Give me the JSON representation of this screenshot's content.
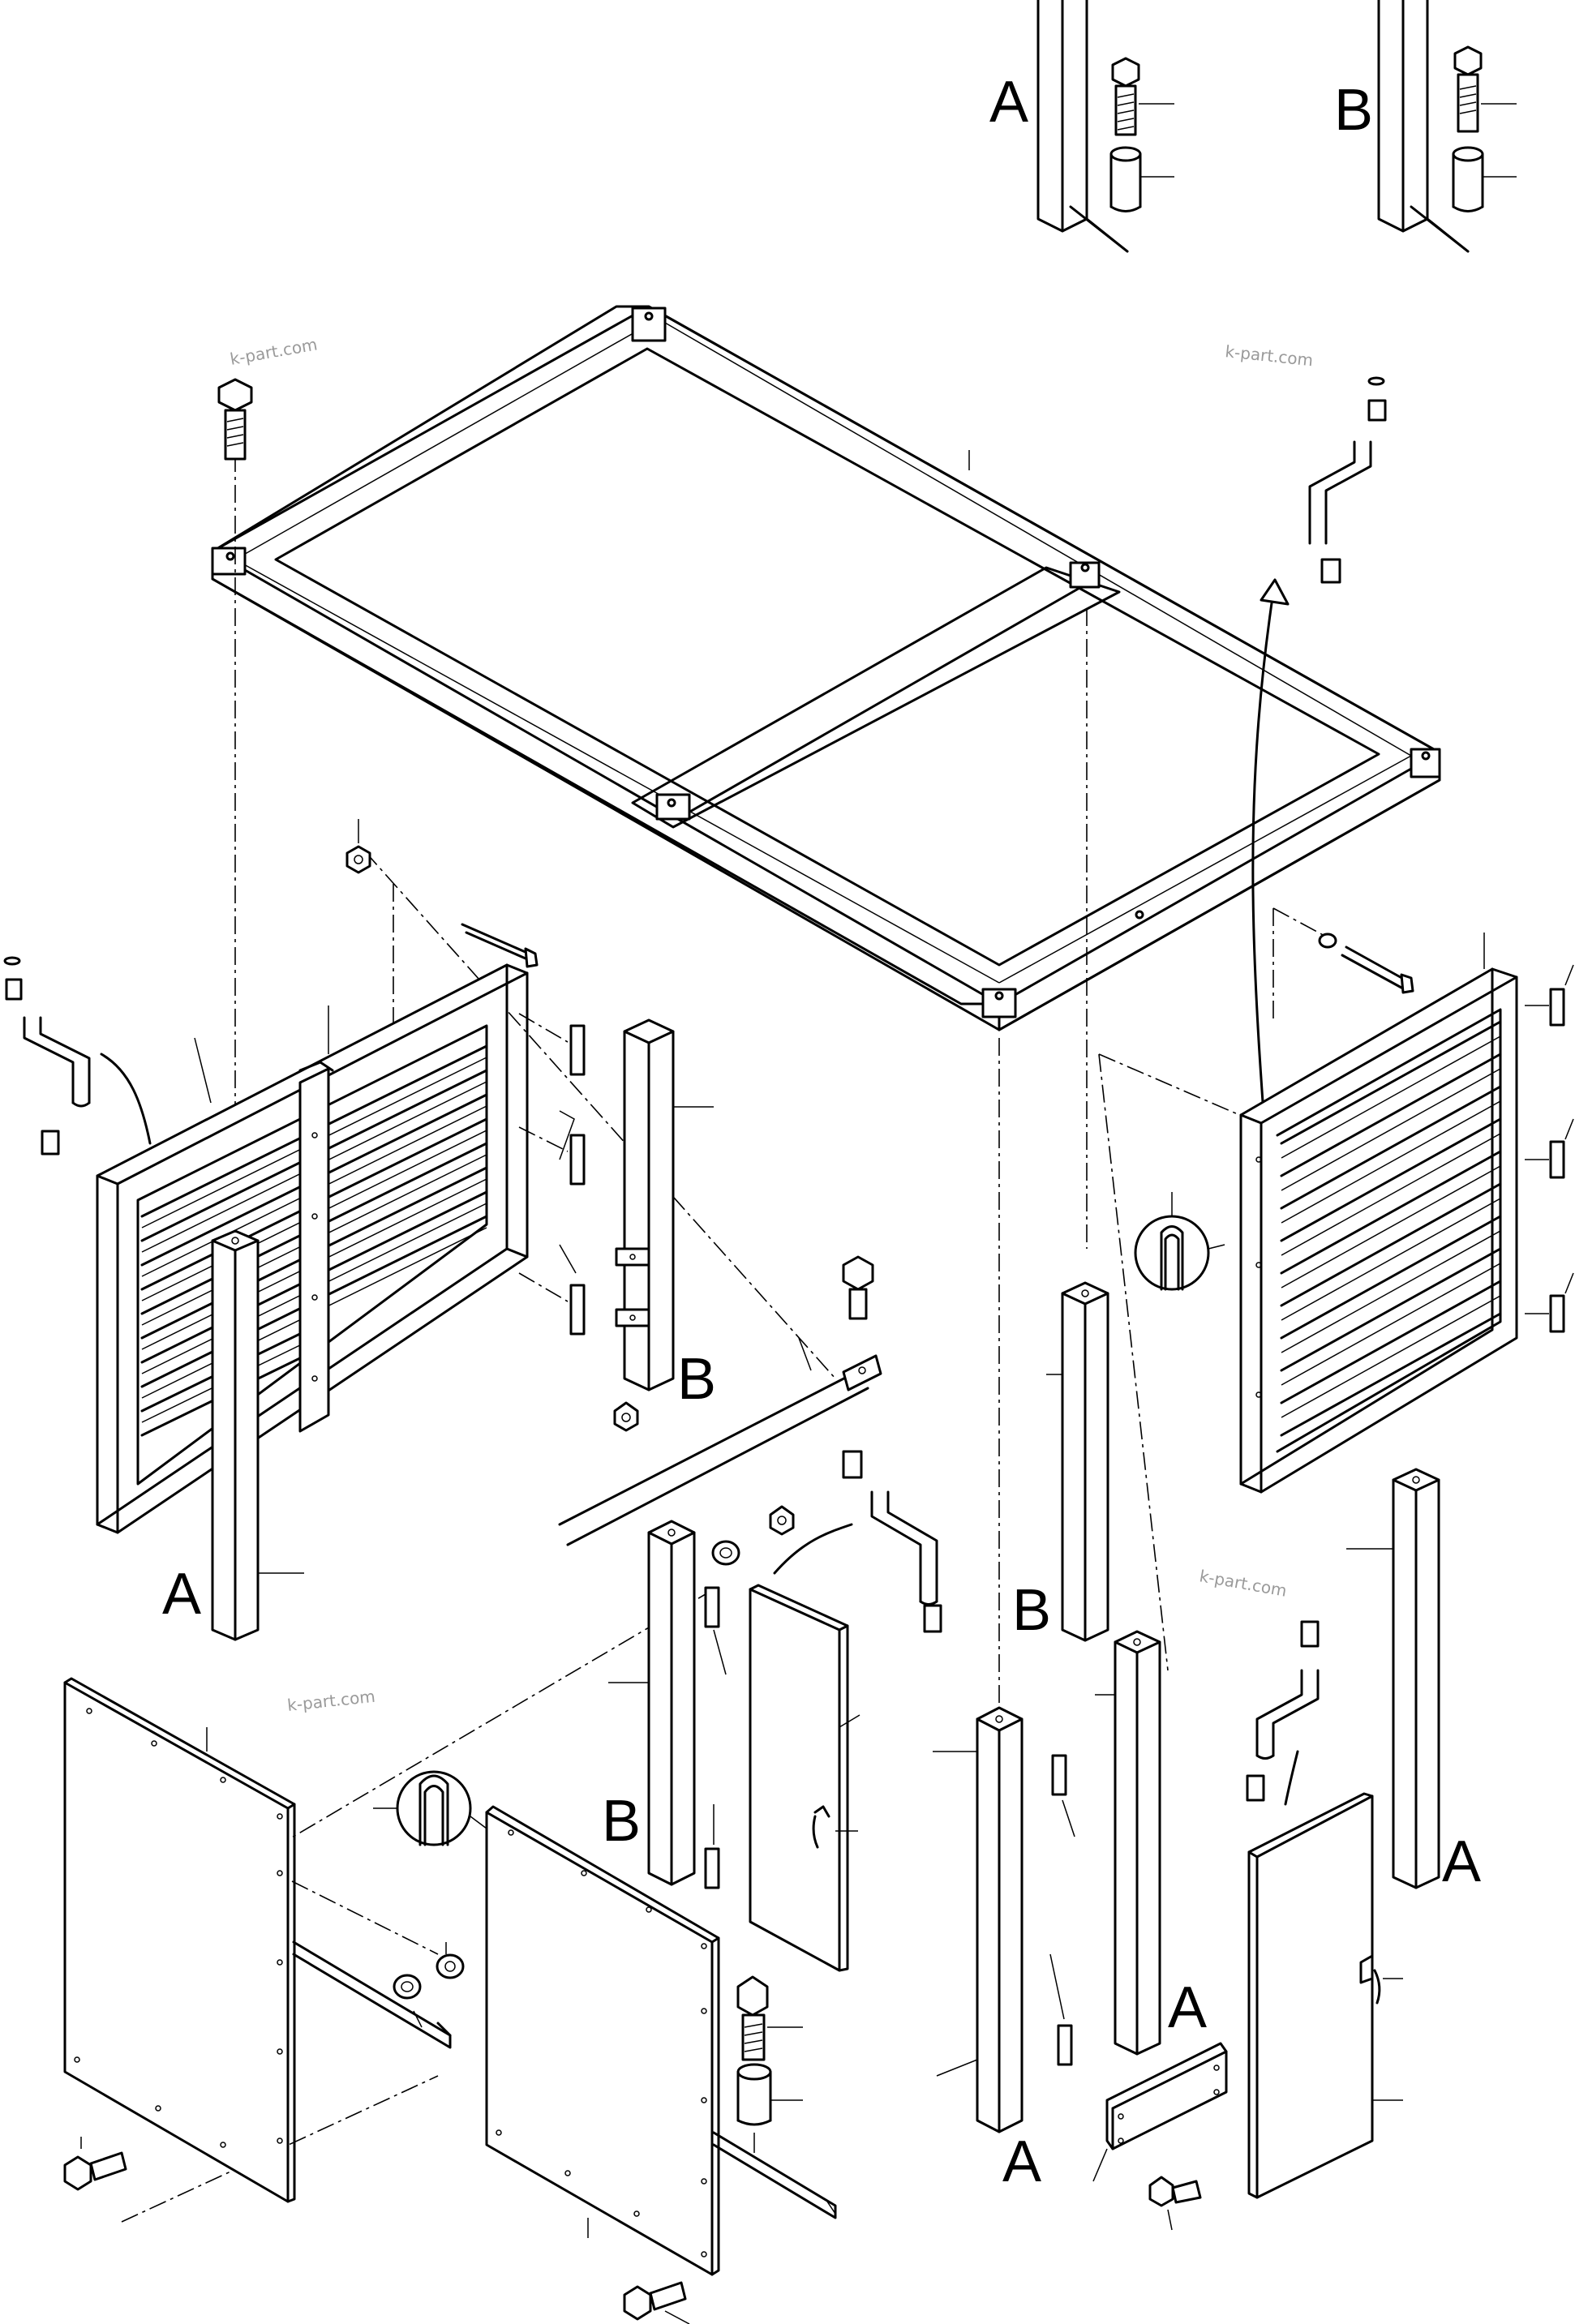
{
  "labels": {
    "detail_a": "A",
    "detail_b": "B",
    "post_left_a": "A",
    "post_left_b": "B",
    "post_center_b": "B",
    "post_front_b": "B",
    "post_right_a": "A",
    "post_center_a": "A",
    "post_front_a": "A"
  },
  "watermarks": [
    "k-part.com",
    "k-part.com",
    "k-part.com",
    "k-part.com"
  ],
  "colors": {
    "ink": "#000000",
    "paper": "#ffffff",
    "watermark": "#9a9a9a"
  }
}
